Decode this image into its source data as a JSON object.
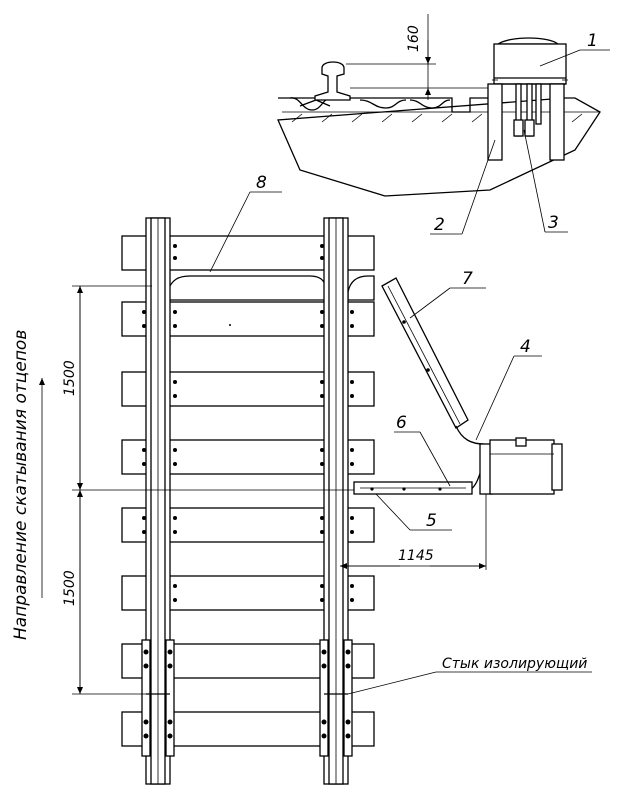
{
  "labels": {
    "l1": "1",
    "l2": "2",
    "l3": "3",
    "l4": "4",
    "l5": "5",
    "l6": "6",
    "l7": "7",
    "l8": "8"
  },
  "dimensions": {
    "height_160": "160",
    "dim_1500_top": "1500",
    "dim_1500_bottom": "1500",
    "dim_1145": "1145"
  },
  "direction_text": "Направление скатывания отцепов",
  "joint_label": "Стык изолирующий"
}
